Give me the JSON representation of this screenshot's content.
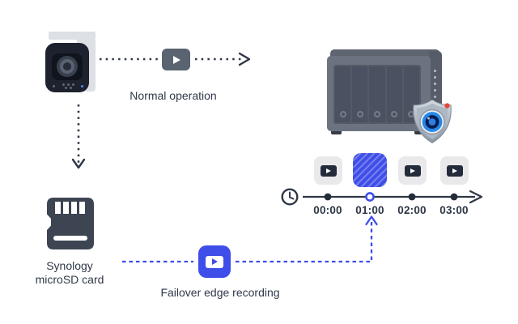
{
  "labels": {
    "normal_operation": "Normal operation",
    "failover": "Failover edge recording",
    "sd_line1": "Synology",
    "sd_line2": "microSD card"
  },
  "timeline": {
    "ticks": [
      "00:00",
      "01:00",
      "02:00",
      "03:00"
    ],
    "active_index": 1,
    "slots": [
      "normal-recording",
      "failover-gap",
      "normal-recording",
      "normal-recording"
    ]
  },
  "colors": {
    "text_navy": "#2e3746",
    "icon_navy": "#242b3a",
    "accent_blue": "#3f4ee8",
    "slot_gray": "#e9e9eb",
    "button_gray": "#5a6370",
    "nas_body": "#6b7380",
    "sd_card": "#3d4452"
  }
}
